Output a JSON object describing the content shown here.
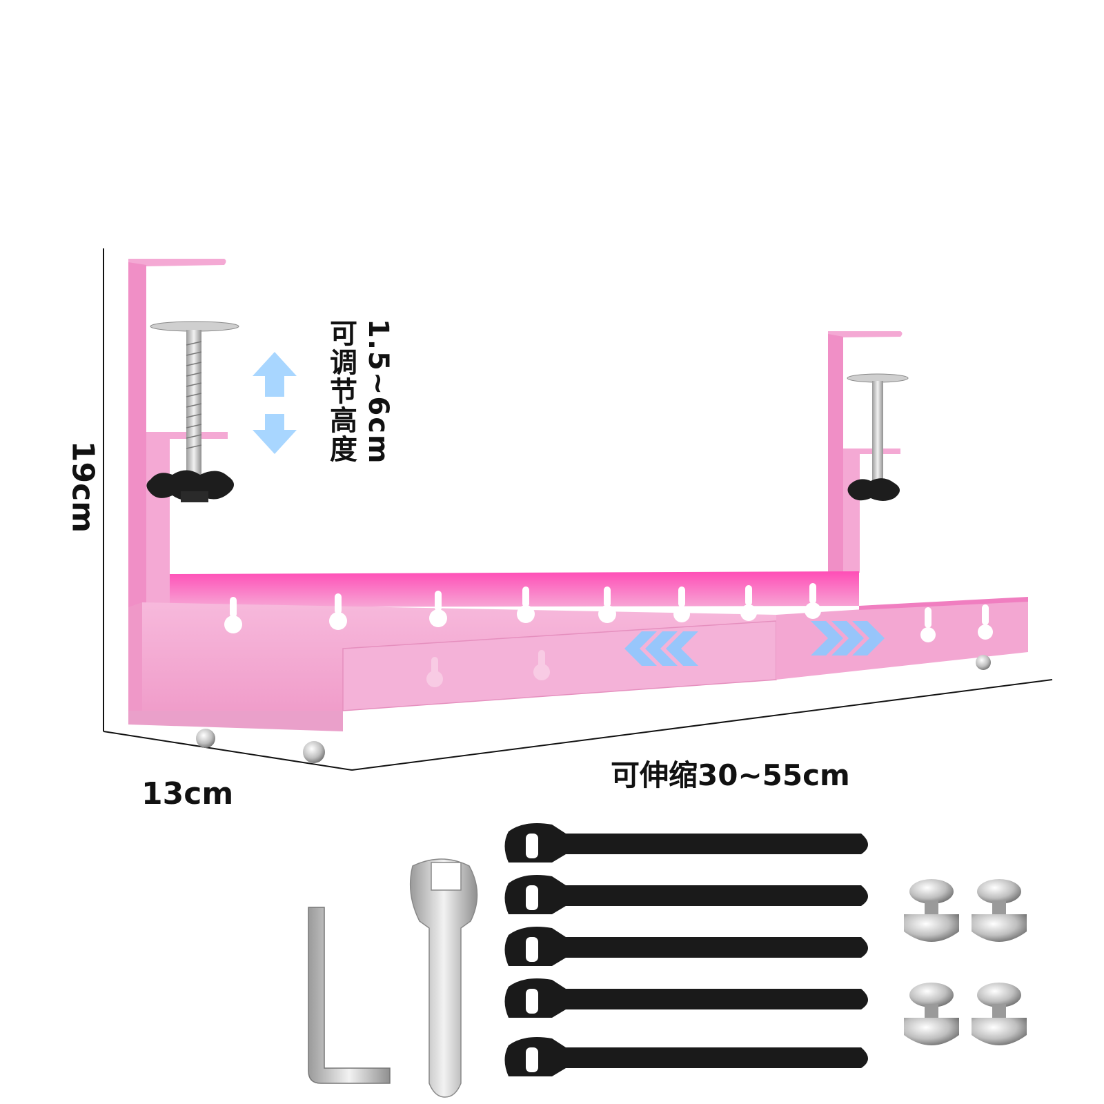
{
  "product": {
    "type": "under-desk cable management tray",
    "color": "#f2a8d3",
    "accent_dark": "#ff5fbf",
    "arrow_color": "#8ec9ff"
  },
  "dimensions": {
    "height_label": "19cm",
    "depth_label": "13cm",
    "length_label": "可伸缩30~55cm",
    "clamp_range": "1.5~6cm",
    "clamp_text": "可调节高度"
  },
  "accessories": {
    "allen_key_count": 1,
    "wrench_count": 1,
    "strap_count": 5,
    "bolt_count": 4
  }
}
